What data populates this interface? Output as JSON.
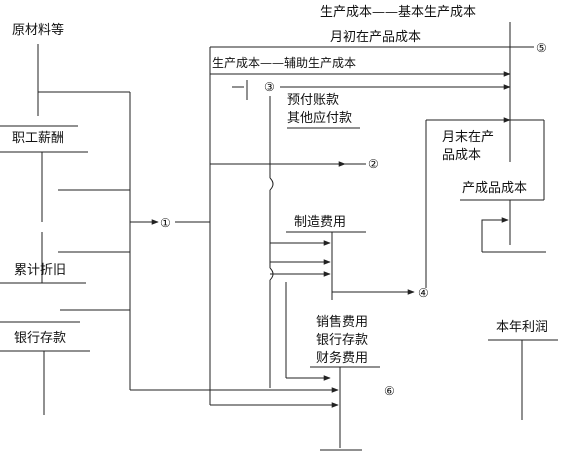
{
  "accounts": {
    "raw_materials": "原材料等",
    "employee_pay": "职工薪酬",
    "accum_depreciation": "累计折旧",
    "bank_deposit": "银行存款",
    "prepaid": "预付账款",
    "other_payables": "其他应付款",
    "wip_month_end": "月末在产",
    "wip_month_end_2": "品成本",
    "finished_cost": "产成品成本",
    "manufacturing_overhead": "制造费用",
    "selling_expense": "销售费用",
    "bank_deposit_2": "银行存款",
    "financial_expense": "财务费用",
    "current_profit": "本年利润"
  },
  "headers": {
    "basic_production": "生产成本——基本生产成本",
    "opening_wip": "月初在产品成本",
    "auxiliary_production": "生产成本——辅助生产成本"
  },
  "steps": [
    "①",
    "②",
    "③",
    "④",
    "⑤",
    "⑥"
  ]
}
